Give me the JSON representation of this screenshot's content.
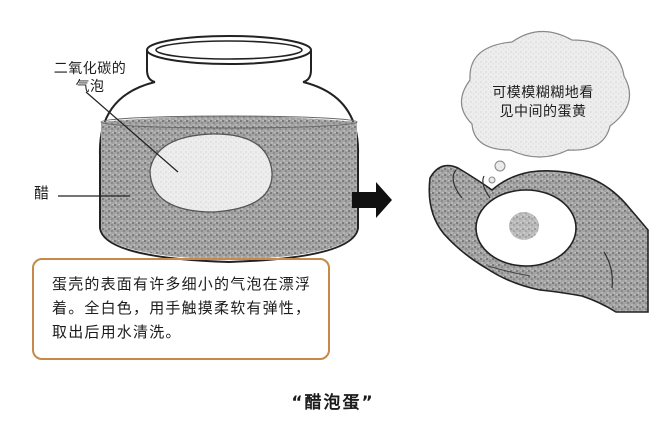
{
  "labels": {
    "co2_line1": "二氧化碳的",
    "co2_line2": "气泡",
    "vinegar": "醋"
  },
  "note_text": "蛋壳的表面有许多细小的气泡在漂浮着。全白色，用手触摸柔软有弹性，取出后用水清洗。",
  "bubble": {
    "line1": "可模模糊糊地看",
    "line2": "见中间的蛋黄"
  },
  "title": "“醋泡蛋”"
}
